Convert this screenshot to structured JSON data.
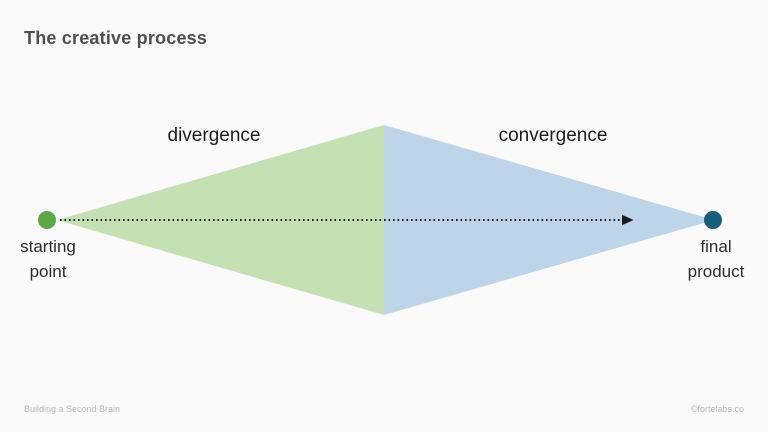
{
  "slide": {
    "title": "The creative process",
    "footer_left": "Building a Second Brain",
    "footer_right": "©fortelabs.co"
  },
  "diagram": {
    "divergence_label": "divergence",
    "convergence_label": "convergence",
    "start_label_line1": "starting",
    "start_label_line2": "point",
    "end_label_line1": "final",
    "end_label_line2": "product",
    "colors": {
      "background": "#fafafa",
      "divergence_fill": "#c5e0b3",
      "convergence_fill": "#bdd4e9",
      "start_dot": "#5ba946",
      "end_dot": "#175e7e",
      "arrow": "#1a1a1a",
      "title_text": "#4f4f4f",
      "label_text": "#1b1b1b",
      "footer_text": "#b9b9b9"
    }
  }
}
